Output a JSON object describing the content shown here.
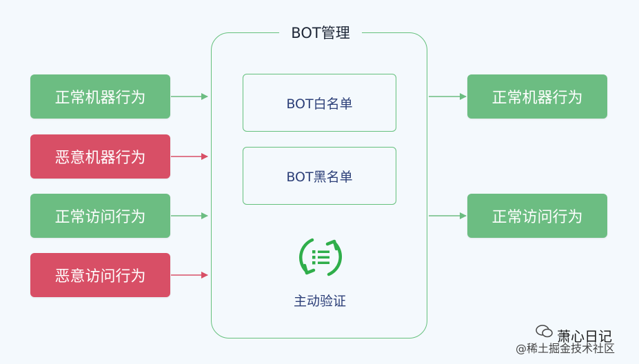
{
  "management": {
    "title": "BOT管理",
    "whitelist_label": "BOT白名单",
    "blacklist_label": "BOT黑名单",
    "verify_label": "主动验证",
    "verify_icon": "refresh-list-icon"
  },
  "inputs": [
    {
      "label": "正常机器行为",
      "status": "normal"
    },
    {
      "label": "恶意机器行为",
      "status": "malicious"
    },
    {
      "label": "正常访问行为",
      "status": "normal"
    },
    {
      "label": "恶意访问行为",
      "status": "malicious"
    }
  ],
  "outputs": [
    {
      "label": "正常机器行为"
    },
    {
      "label": "正常访问行为"
    }
  ],
  "colors": {
    "normal": "#6cbd82",
    "malicious": "#d84f66",
    "frame": "#64c07c",
    "text_dark": "#2c3f78"
  },
  "watermark": {
    "wechat": "萧心日记",
    "juejin": "@稀土掘金技术社区"
  }
}
